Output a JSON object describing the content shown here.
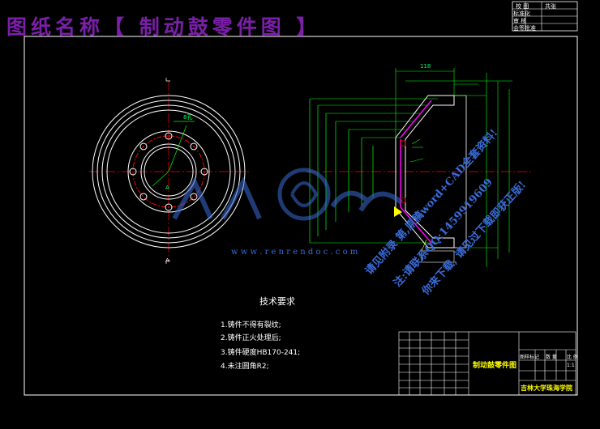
{
  "title_banner": "图纸名称【 制动鼓零件图 】",
  "top_right_block": {
    "rows": [
      "校 图",
      "标准化",
      "审 核",
      "会签批准"
    ],
    "mark": "共张"
  },
  "views": {
    "front_view_labels": {
      "center_mark": "A",
      "bottom_mark": "A",
      "detail_tag": "8孔"
    },
    "section_view_labels": {
      "dim_top": "118"
    }
  },
  "technical_requirements": {
    "heading": "技术要求",
    "items": [
      "1.铸件不得有裂纹;",
      "2.铸件正火处理后;",
      "3.铸件硬度HB170-241;",
      "4.未注圆角R2;"
    ]
  },
  "watermark": {
    "line1": "请见附录 第,原稿word+CAD全套资料!",
    "line2": "注:请联系QQ:1459919609",
    "line3": "你来下载, 请见过下载即获正版!",
    "site": "w w w . r e n r e n d o c . c o m"
  },
  "title_block": {
    "part_name": "制动鼓零件图",
    "school": "吉林大学珠海学院",
    "scale": "1:1",
    "header_cells": [
      "图样标记",
      "数 量",
      "比 例"
    ]
  },
  "colors": {
    "background": "#000000",
    "frame": "#ffffff",
    "drawing_white": "#ffffff",
    "drawing_green": "#00ff00",
    "drawing_red": "#ff0000",
    "drawing_yellow": "#ffff00",
    "drawing_cyan": "#00ffff",
    "drawing_magenta": "#ff00ff",
    "banner": "#7a1fa8",
    "watermark_blue": "#3a6cd8"
  }
}
